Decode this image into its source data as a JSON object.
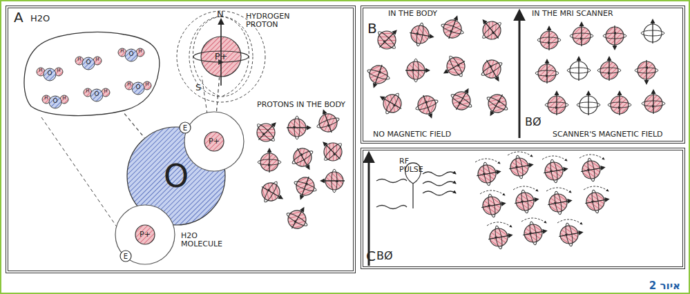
{
  "diagram": {
    "caption": "איור 2",
    "nodes": [
      {
        "text": [
          "A"
        ]
      },
      {
        "text": [
          "H2O"
        ],
        "in": 0
      },
      {
        "text": [
          "HYDROGEN PROTON",
          "P+"
        ],
        "in": 0
      },
      {
        "text": [
          "O"
        ],
        "in": 0
      },
      {
        "text": [
          "P+"
        ],
        "in": 0
      },
      {
        "text": [
          "E"
        ],
        "in": 0
      },
      {
        "text": [
          "P+"
        ],
        "in": 0
      },
      {
        "text": [
          "E"
        ],
        "in": 0
      },
      {
        "text": [
          "B"
        ]
      },
      {
        "text": [
          "C"
        ]
      }
    ],
    "edges": [
      {
        "from": 1,
        "to": 3,
        "arrow": "none"
      },
      {
        "from": 4,
        "to": 2,
        "arrow": "none"
      }
    ],
    "labels": [
      "N",
      "S",
      "H2O MOLECULE",
      "PROTONS IN THE BODY",
      "IN THE BODY",
      "NO MAGNETIC FIELD",
      "IN THE MRI SCANNER",
      "BØ",
      "SCANNER'S MAGNETIC FIELD",
      "BØ",
      "RF PULSE",
      "O",
      "H",
      "H",
      "O",
      "H",
      "H",
      "O",
      "H",
      "H",
      "O",
      "H",
      "H",
      "O",
      "H",
      "H",
      "O",
      "H",
      "H"
    ]
  }
}
